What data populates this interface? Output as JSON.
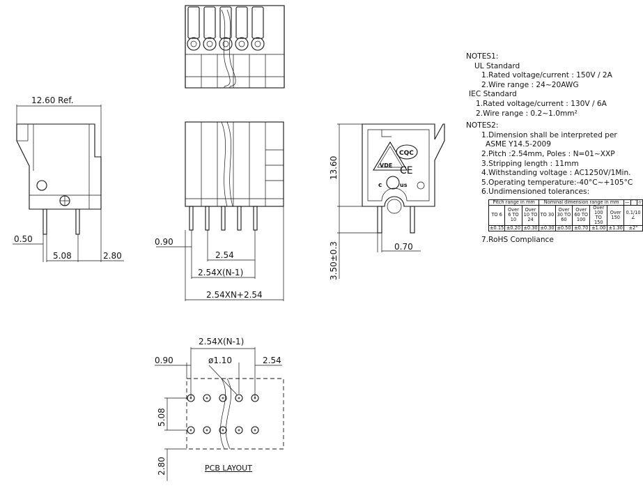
{
  "dimensions": {
    "ref_width": "12.60 Ref.",
    "pin_width": "0.50",
    "pin_offset": "5.08",
    "edge_offset": "2.80",
    "front_edge": "0.90",
    "pitch": "2.54",
    "span_n1": "2.54X(N-1)",
    "total_width": "2.54XN+2.54",
    "height": "13.60",
    "pin_length": "3.50±0.3",
    "pin_thickness": "0.70",
    "pcb_span": "2.54X(N-1)",
    "pcb_edge": "0.90",
    "pcb_hole": "ø1.10",
    "pcb_pitch": "2.54",
    "pcb_row": "5.08",
    "pcb_bottom": "2.80"
  },
  "marks": {
    "vde": "VDE",
    "cqc": "CQC",
    "ce": "CE",
    "ul_c": "c",
    "ul_us": "us"
  },
  "pcb_title": "PCB LAYOUT",
  "notes1": {
    "title": "NOTES1:",
    "ul_title": "UL Standard",
    "ul_1": "1.Rated voltage/current : 150V / 2A",
    "ul_2": "2.Wire range : 24~20AWG",
    "iec_title": "IEC Standard",
    "iec_1": "1.Rated voltage/current : 130V / 6A",
    "iec_2": "2.Wire range : 0.2~1.0mm²"
  },
  "notes2": {
    "title": "NOTES2:",
    "n1a": "1.Dimension shall be interpreted per",
    "n1b": "ASME Y14.5-2009",
    "n2": "2.Pitch :2.54mm, Poles : N=01~XXP",
    "n3": "3.Stripping length : 11mm",
    "n4": "4.Withstanding voltage : AC1250V/1Min.",
    "n5": "5.Operating temperature:-40°C~+105°C",
    "n6": "6.Undimensioned tolerances:",
    "n7": "7.RoHS Compliance"
  },
  "tolerance_table": {
    "pitch_header": "Pitch range in mm",
    "nominal_header": "Nominal dimension range in mm",
    "flat_symbol": "—",
    "round_symbol": "⌒",
    "cyl_symbol": "⌭",
    "flat_tol": "0.1/10",
    "angle_symbol": "∠",
    "pitch_cols": [
      "TO 6",
      "Over 6 TO 10",
      "Over 10 TO 24"
    ],
    "nominal_cols": [
      "TO 30",
      "Over 30 TO 60",
      "Over 60 TO 100",
      "Over 100 TO 150",
      "Over 150"
    ],
    "tolerances": [
      "±0.15",
      "±0.20",
      "±0.30",
      "±0.30",
      "±0.50",
      "±0.70",
      "±1.00",
      "±1.30",
      "±2°"
    ]
  }
}
